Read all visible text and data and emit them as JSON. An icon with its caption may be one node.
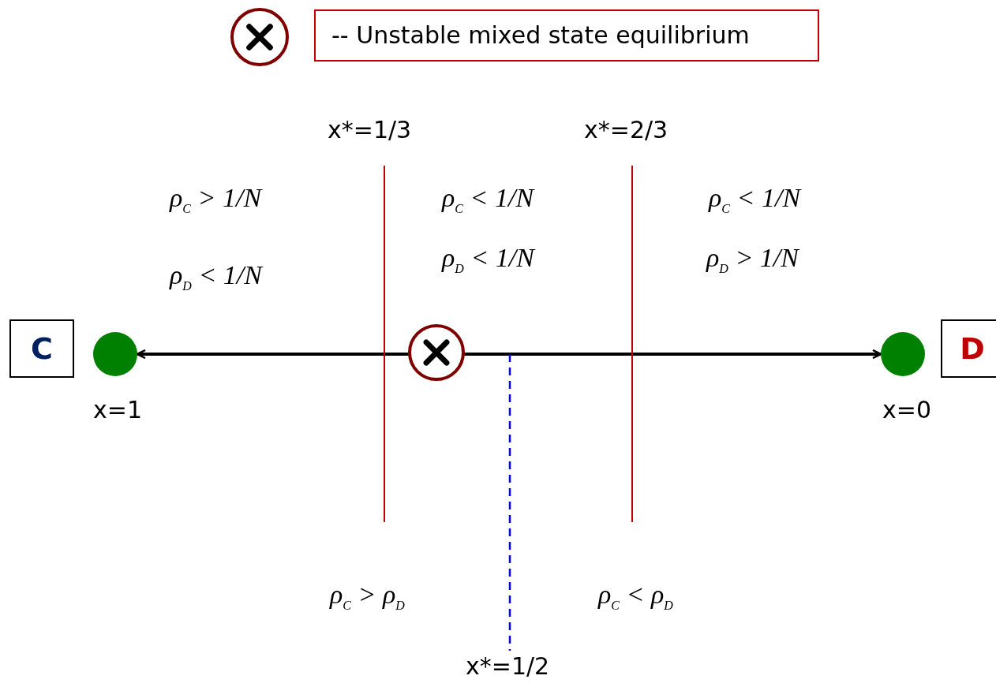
{
  "diagram": {
    "nodes": [
      {
        "text": [
          "C"
        ]
      },
      {
        "text": [],
        "shape": "circle",
        "beside": [
          "x=1"
        ]
      },
      {
        "text": [],
        "shape": "circle"
      },
      {
        "text": [],
        "shape": "circle",
        "beside": [
          "x=0"
        ]
      },
      {
        "text": [
          "D"
        ]
      }
    ],
    "edges": [
      {
        "from": 2,
        "to": 1,
        "arrow": "to"
      },
      {
        "from": 2,
        "to": 3,
        "arrow": "to"
      }
    ],
    "labels": [
      "x*=1/3",
      "x*=2/3",
      "ρ$_{C}$ > 1/N",
      "ρ$_{C}$ < 1/N",
      "ρ$_{C}$ < 1/N",
      "ρ$_{D}$ < 1/N",
      "ρ$_{D}$ < 1/N",
      "ρ$_{D}$ > 1/N",
      "ρ$_{C}$ > ρ$_{D}$",
      "ρ$_{C}$ < ρ$_{D}$",
      "x*=1/2"
    ],
    "legend": [
      {
        "text": "-- Unstable mixed state equilibrium"
      }
    ]
  }
}
